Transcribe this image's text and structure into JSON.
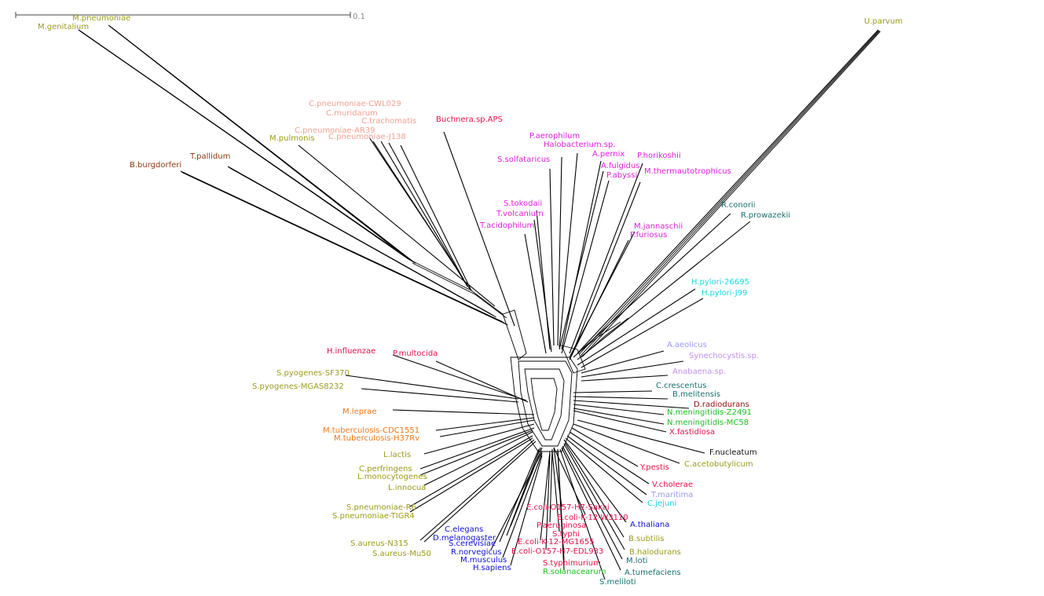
{
  "scale_bar": {
    "value": 0.1,
    "label": "0.1"
  },
  "colors": {
    "olive": "#9a9a1a",
    "brown": "#8b3a0f",
    "salmon": "#f4a090",
    "crimson": "#e8104a",
    "magenta": "#e020e0",
    "teal": "#1a6e6e",
    "cyan": "#18d8e8",
    "lavender": "#9a9af0",
    "violet": "#c090f0",
    "darkred": "#8b1010",
    "green": "#20c020",
    "orange": "#f07818",
    "blue": "#1010d8",
    "black": "#111111"
  },
  "taxa": [
    {
      "name": "M.pneumoniae",
      "color": "olive"
    },
    {
      "name": "M.genitalium",
      "color": "olive"
    },
    {
      "name": "U.parvum",
      "color": "olive"
    },
    {
      "name": "C.pneumoniae-CWL029",
      "color": "salmon"
    },
    {
      "name": "C.muridarum",
      "color": "salmon"
    },
    {
      "name": "C.trachomatis",
      "color": "salmon"
    },
    {
      "name": "C.pneumoniae-AR39",
      "color": "salmon"
    },
    {
      "name": "C.pneumoniae-J138",
      "color": "salmon"
    },
    {
      "name": "M.pulmonis",
      "color": "olive"
    },
    {
      "name": "Buchnera.sp.APS",
      "color": "crimson"
    },
    {
      "name": "T.pallidum",
      "color": "brown"
    },
    {
      "name": "B.burgdorferi",
      "color": "brown"
    },
    {
      "name": "P.aerophilum",
      "color": "magenta"
    },
    {
      "name": "Halobacterium.sp.",
      "color": "magenta"
    },
    {
      "name": "S.solfataricus",
      "color": "magenta"
    },
    {
      "name": "A.pernix",
      "color": "magenta"
    },
    {
      "name": "P.horikoshii",
      "color": "magenta"
    },
    {
      "name": "A.fulgidus",
      "color": "magenta"
    },
    {
      "name": "P.abyssi",
      "color": "magenta"
    },
    {
      "name": "M.thermautotrophicus",
      "color": "magenta"
    },
    {
      "name": "S.tokodaii",
      "color": "magenta"
    },
    {
      "name": "T.volcanium",
      "color": "magenta"
    },
    {
      "name": "T.acidophilum",
      "color": "magenta"
    },
    {
      "name": "M.jannaschii",
      "color": "magenta"
    },
    {
      "name": "P.furiosus",
      "color": "magenta"
    },
    {
      "name": "R.conorii",
      "color": "teal"
    },
    {
      "name": "R.prowazekii",
      "color": "teal"
    },
    {
      "name": "H.pylori-26695",
      "color": "cyan"
    },
    {
      "name": "H.pylori-J99",
      "color": "cyan"
    },
    {
      "name": "A.aeolicus",
      "color": "lavender"
    },
    {
      "name": "Synechocystis.sp.",
      "color": "violet"
    },
    {
      "name": "Anabaena.sp.",
      "color": "violet"
    },
    {
      "name": "C.crescentus",
      "color": "teal"
    },
    {
      "name": "B.melitensis",
      "color": "teal"
    },
    {
      "name": "D.radiodurans",
      "color": "darkred"
    },
    {
      "name": "N.meningitidis-Z2491",
      "color": "green"
    },
    {
      "name": "N.meningitidis-MC58",
      "color": "green"
    },
    {
      "name": "X.fastidiosa",
      "color": "crimson"
    },
    {
      "name": "F.nucleatum",
      "color": "black"
    },
    {
      "name": "C.acetobutylicum",
      "color": "olive"
    },
    {
      "name": "Y.pestis",
      "color": "crimson"
    },
    {
      "name": "V.cholerae",
      "color": "crimson"
    },
    {
      "name": "T.maritima",
      "color": "lavender"
    },
    {
      "name": "C.jejuni",
      "color": "cyan"
    },
    {
      "name": "A.thaliana",
      "color": "blue"
    },
    {
      "name": "B.subtilis",
      "color": "olive"
    },
    {
      "name": "B.halodurans",
      "color": "olive"
    },
    {
      "name": "M.loti",
      "color": "teal"
    },
    {
      "name": "A.tumefaciens",
      "color": "teal"
    },
    {
      "name": "S.meliloti",
      "color": "teal"
    },
    {
      "name": "S.typhimurium",
      "color": "crimson"
    },
    {
      "name": "R.solanacearum",
      "color": "green"
    },
    {
      "name": "E.coli-O157-H7-Sakai",
      "color": "crimson"
    },
    {
      "name": "E.coli-K-12-W3110",
      "color": "crimson"
    },
    {
      "name": "P.aeruginosa",
      "color": "crimson"
    },
    {
      "name": "S.typhi",
      "color": "crimson"
    },
    {
      "name": "E.coli-K-12-MG1655",
      "color": "crimson"
    },
    {
      "name": "E.coli-O157-H7-EDL933",
      "color": "crimson"
    },
    {
      "name": "C.elegans",
      "color": "blue"
    },
    {
      "name": "D.melanogaster",
      "color": "blue"
    },
    {
      "name": "S.cerevisiae",
      "color": "blue"
    },
    {
      "name": "R.norvegicus",
      "color": "blue"
    },
    {
      "name": "M.musculus",
      "color": "blue"
    },
    {
      "name": "H.sapiens",
      "color": "blue"
    },
    {
      "name": "S.aureus-N315",
      "color": "olive"
    },
    {
      "name": "S.aureus-Mu50",
      "color": "olive"
    },
    {
      "name": "S.pneumoniae-R6",
      "color": "olive"
    },
    {
      "name": "S.pneumoniae-TIGR4",
      "color": "olive"
    },
    {
      "name": "L.innocua",
      "color": "olive"
    },
    {
      "name": "C.perfringens",
      "color": "olive"
    },
    {
      "name": "L.monocytogenes",
      "color": "olive"
    },
    {
      "name": "L.lactis",
      "color": "olive"
    },
    {
      "name": "M.tuberculosis-CDC1551",
      "color": "orange"
    },
    {
      "name": "M.tuberculosis-H37Rv",
      "color": "orange"
    },
    {
      "name": "M.leprae",
      "color": "orange"
    },
    {
      "name": "S.pyogenes-SF370",
      "color": "olive"
    },
    {
      "name": "S.pyogenes-MGAS8232",
      "color": "olive"
    },
    {
      "name": "H.influenzae",
      "color": "crimson"
    },
    {
      "name": "P.multocida",
      "color": "crimson"
    }
  ]
}
